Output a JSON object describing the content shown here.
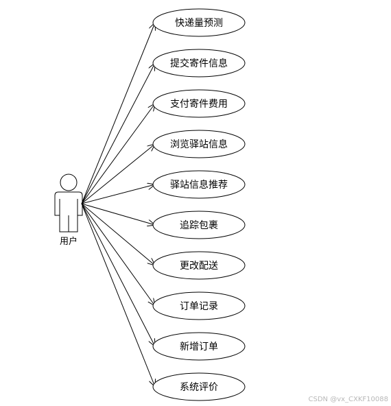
{
  "actor": {
    "label": "用户"
  },
  "use_cases": [
    {
      "label": "快递量预测"
    },
    {
      "label": "提交寄件信息"
    },
    {
      "label": "支付寄件费用"
    },
    {
      "label": "浏览驿站信息"
    },
    {
      "label": "驿站信息推荐"
    },
    {
      "label": "追踪包裹"
    },
    {
      "label": "更改配送"
    },
    {
      "label": "订单记录"
    },
    {
      "label": "新增订单"
    },
    {
      "label": "系统评价"
    }
  ],
  "watermark": "CSDN @vx_CXKF10088",
  "colors": {
    "stroke": "#000000",
    "background": "#ffffff",
    "watermark": "#b8b8b8"
  }
}
